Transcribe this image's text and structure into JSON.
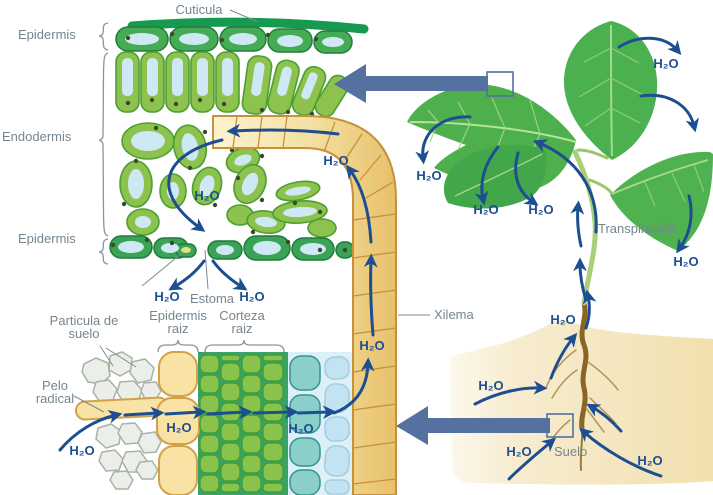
{
  "figure": {
    "kind": "plant water transport diagram",
    "language": "es"
  },
  "labels": {
    "cuticula": "Cuticula",
    "epidermis_top": "Epidermis",
    "endodermis": "Endodermis",
    "epidermis_bottom": "Epidermis",
    "h2o": "H₂O",
    "estoma": "Estoma",
    "epidermis_raiz_l1": "Epidermis",
    "epidermis_raiz_l2": "raiz",
    "corteza_raiz_l1": "Corteza",
    "corteza_raiz_l2": "raiz",
    "particula_l1": "Particula de",
    "particula_l2": "suelo",
    "pelo_l1": "Pelo",
    "pelo_l2": "radical",
    "xilema": "Xilema",
    "transpiracion": "Transpiración",
    "suelo": "Suelo"
  },
  "icons": {
    "zoom_arrow_top": "left-block-arrow",
    "zoom_arrow_bottom": "left-block-arrow",
    "zoom_box_leaf": "zoom-region-box",
    "zoom_box_root": "zoom-region-box"
  },
  "colors": {
    "label_text": "#75858f",
    "h2o_text": "#1c4e92",
    "arrow_blue": "#1c4e92",
    "block_arrow": "#54719f",
    "cell_green": "#8cc24d",
    "cell_outline": "#4d9f33",
    "cell_interior": "#cfe9f4",
    "cuticle_green": "#169a4f",
    "epidermis_green": "#45ab55",
    "xylem_fill": "#f3dfa0",
    "xylem_outline": "#c6913a",
    "soil_fill": "#f1e0ae",
    "stone_fill": "#eceee9",
    "cortex_bg": "#3ba265",
    "cortex_cell": "#8ac34b",
    "teal_cell": "#8ccfca",
    "blue_cell": "#c4e3f2",
    "root_brown": "#8a6524",
    "leaf_green": "#4eb04d",
    "stem_green": "#a9cf78"
  }
}
